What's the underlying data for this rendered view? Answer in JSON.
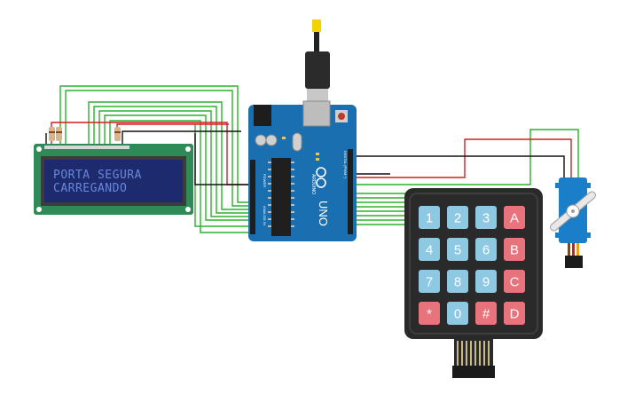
{
  "lcd": {
    "line1": "PORTA SEGURA",
    "line2": "CARREGANDO",
    "colors": {
      "frame": "#2e8b57",
      "screen": "#1e2a6e",
      "text": "#6a86d8"
    }
  },
  "arduino": {
    "model_label": "UNO",
    "brand_label": "ARDUINO",
    "power_label": "POWER",
    "analog_label": "ANALOG IN",
    "digital_label": "DIGITAL (PWM~)",
    "color": "#1a6fb0"
  },
  "keypad": {
    "keys": [
      {
        "label": "1",
        "type": "num"
      },
      {
        "label": "2",
        "type": "num"
      },
      {
        "label": "3",
        "type": "num"
      },
      {
        "label": "A",
        "type": "func"
      },
      {
        "label": "4",
        "type": "num"
      },
      {
        "label": "5",
        "type": "num"
      },
      {
        "label": "6",
        "type": "num"
      },
      {
        "label": "B",
        "type": "func"
      },
      {
        "label": "7",
        "type": "num"
      },
      {
        "label": "8",
        "type": "num"
      },
      {
        "label": "9",
        "type": "num"
      },
      {
        "label": "C",
        "type": "func"
      },
      {
        "label": "*",
        "type": "func"
      },
      {
        "label": "0",
        "type": "num"
      },
      {
        "label": "#",
        "type": "func"
      },
      {
        "label": "D",
        "type": "func"
      }
    ],
    "colors": {
      "num": "#8ec9e4",
      "func": "#e8737c",
      "body": "#2a2a2a"
    }
  },
  "servo": {
    "color": "#1a7fc8"
  },
  "wire_colors": {
    "green": "#2bb02b",
    "red": "#d21f1f",
    "black": "#111111"
  }
}
